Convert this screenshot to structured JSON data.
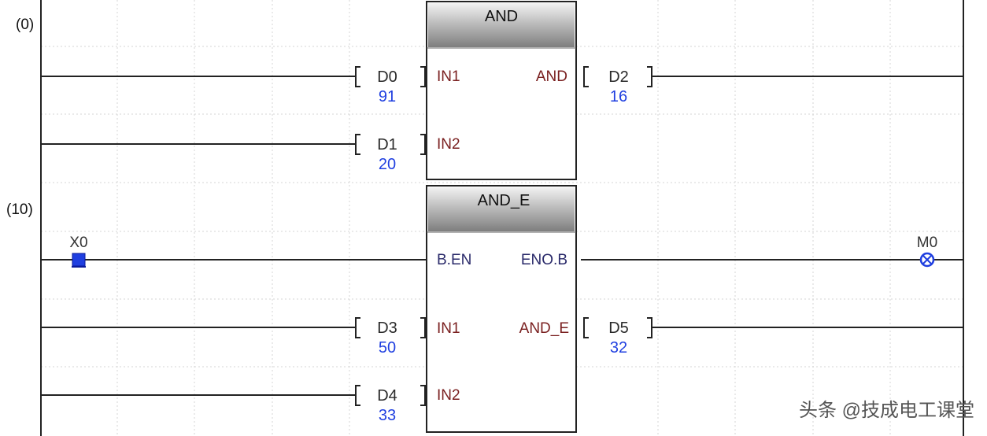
{
  "rungs": [
    {
      "step_label": "(0)",
      "block": {
        "title": "AND",
        "inputs": [
          {
            "pin": "IN1",
            "device": "D0",
            "value": "91"
          },
          {
            "pin": "IN2",
            "device": "D1",
            "value": "20"
          }
        ],
        "output": {
          "pin": "AND",
          "device": "D2",
          "value": "16"
        }
      }
    },
    {
      "step_label": "(10)",
      "contact": {
        "device": "X0"
      },
      "block": {
        "title": "AND_E",
        "enable_in": "B.EN",
        "enable_out": "ENO.B",
        "inputs": [
          {
            "pin": "IN1",
            "device": "D3",
            "value": "50"
          },
          {
            "pin": "IN2",
            "device": "D4",
            "value": "33"
          }
        ],
        "output": {
          "pin": "AND_E",
          "device": "D5",
          "value": "32"
        }
      },
      "coil": {
        "device": "M0"
      }
    }
  ],
  "watermark": "头条 @技成电工课堂",
  "colors": {
    "value_text": "#1f3fe0",
    "contact_fill": "#1f3fe0",
    "grid": "#d4d4d4",
    "block_header": "#8a8a8a"
  }
}
